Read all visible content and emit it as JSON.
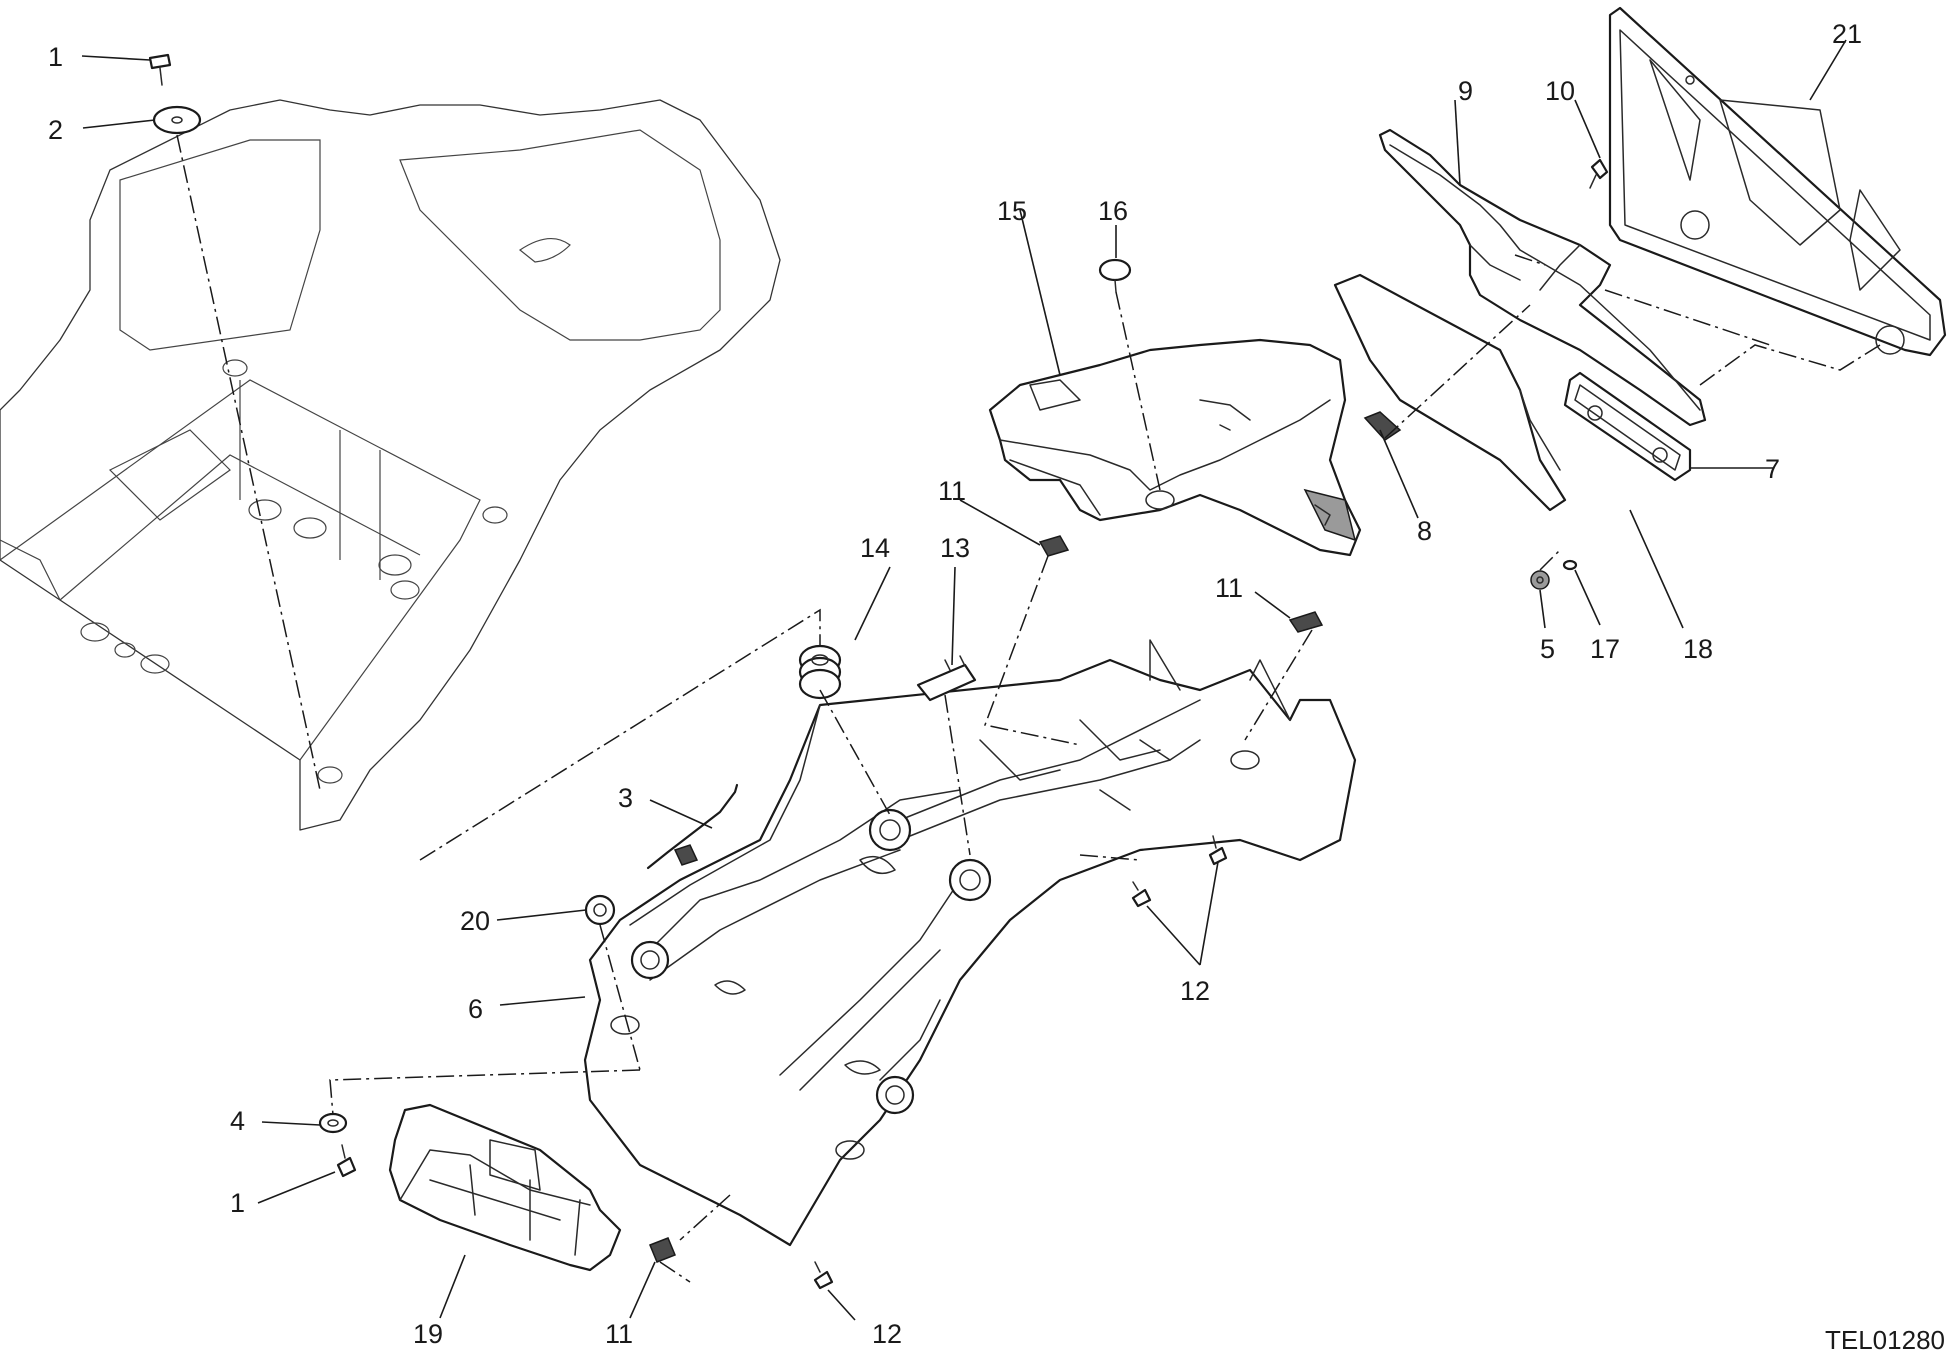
{
  "drawing": {
    "reference_code": "TEL01280"
  },
  "callouts": {
    "c1a": "1",
    "c2": "2",
    "c3": "3",
    "c4": "4",
    "c1b": "1",
    "c5": "5",
    "c6": "6",
    "c7": "7",
    "c8": "8",
    "c9": "9",
    "c10": "10",
    "c11a": "11",
    "c11b": "11",
    "c11c": "11",
    "c12a": "12",
    "c12b": "12",
    "c13": "13",
    "c14": "14",
    "c15": "15",
    "c16": "16",
    "c17": "17",
    "c18": "18",
    "c19": "19",
    "c20": "20",
    "c21": "21"
  },
  "colors": {
    "line": "#1a1a1a",
    "background": "#ffffff"
  }
}
